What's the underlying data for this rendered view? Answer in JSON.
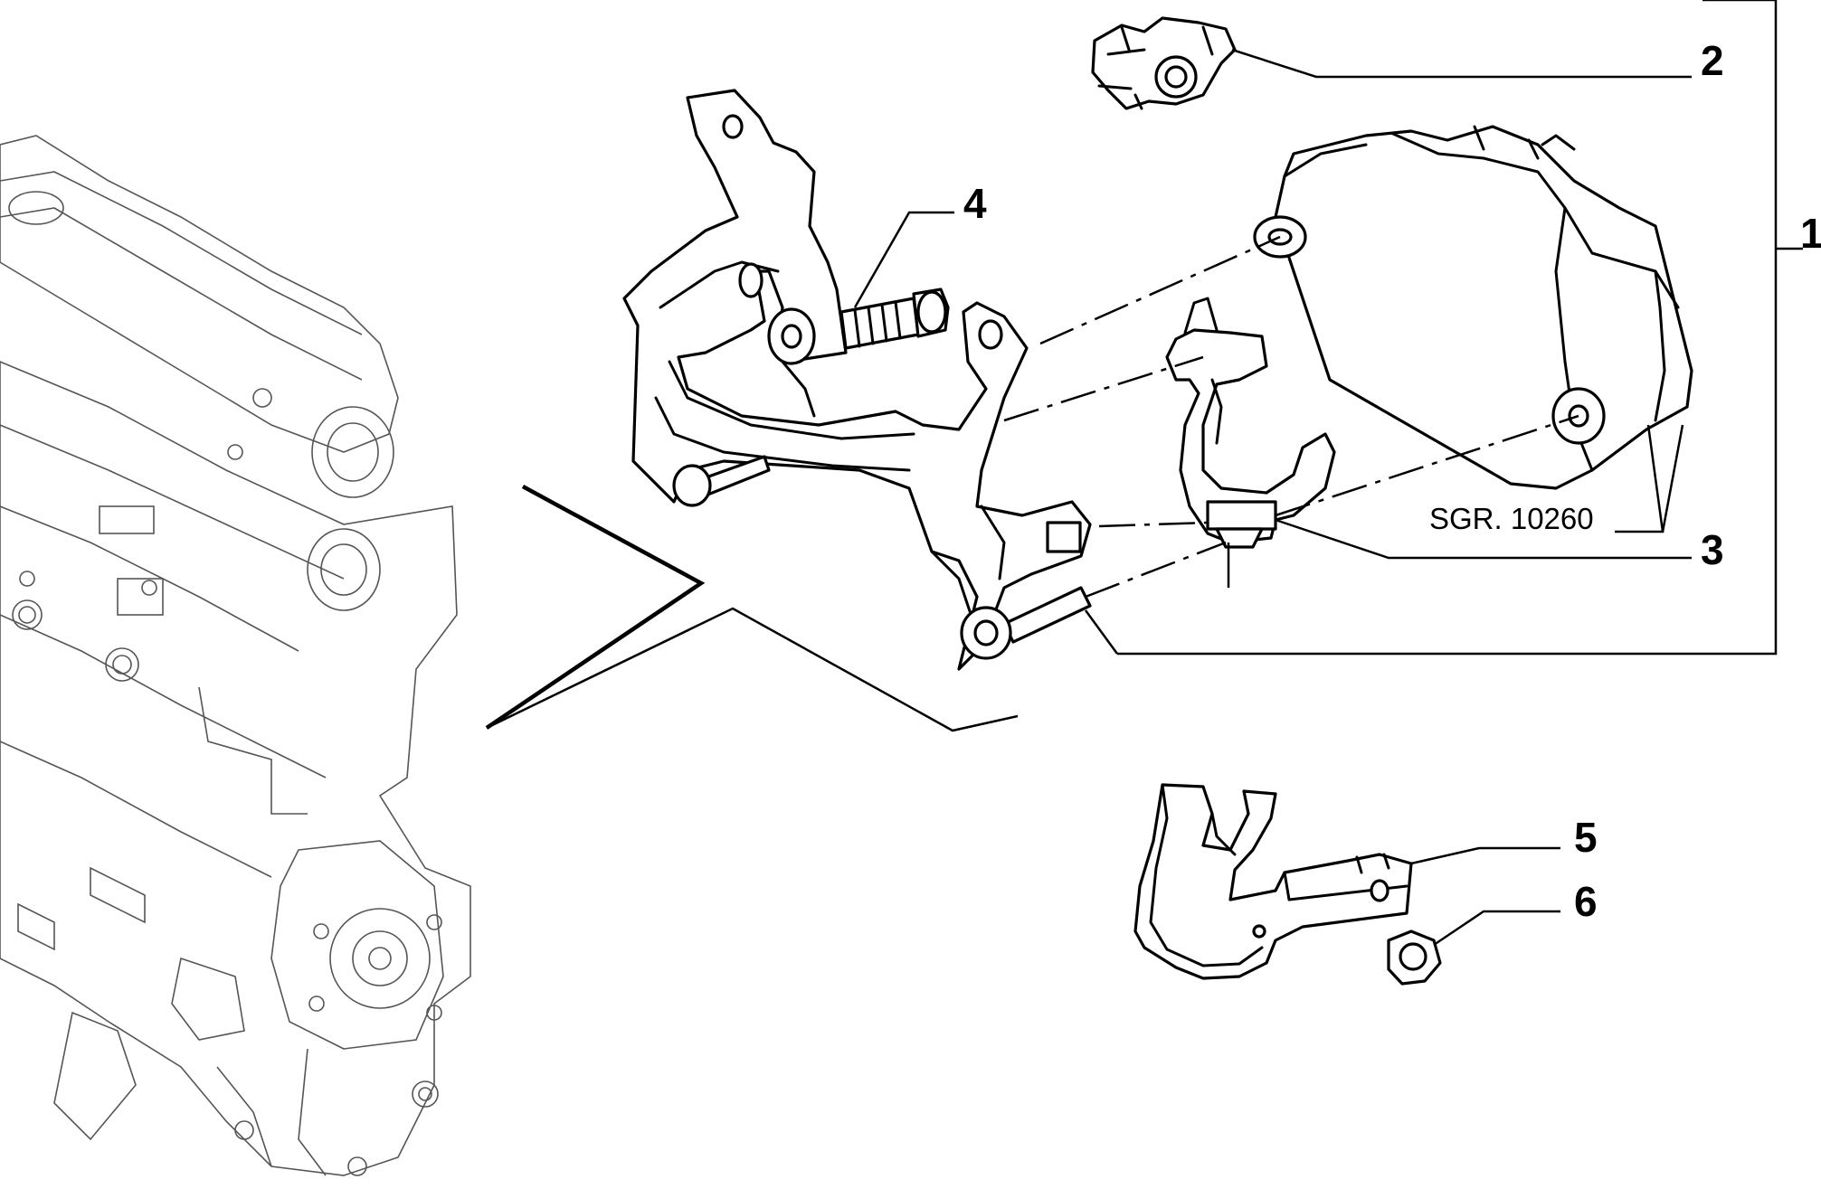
{
  "callouts": [
    {
      "id": "1",
      "label": "1"
    },
    {
      "id": "2",
      "label": "2"
    },
    {
      "id": "3",
      "label": "3"
    },
    {
      "id": "4",
      "label": "4"
    },
    {
      "id": "5",
      "label": "5"
    },
    {
      "id": "6",
      "label": "6"
    }
  ],
  "reference_note": "SGR. 10260"
}
